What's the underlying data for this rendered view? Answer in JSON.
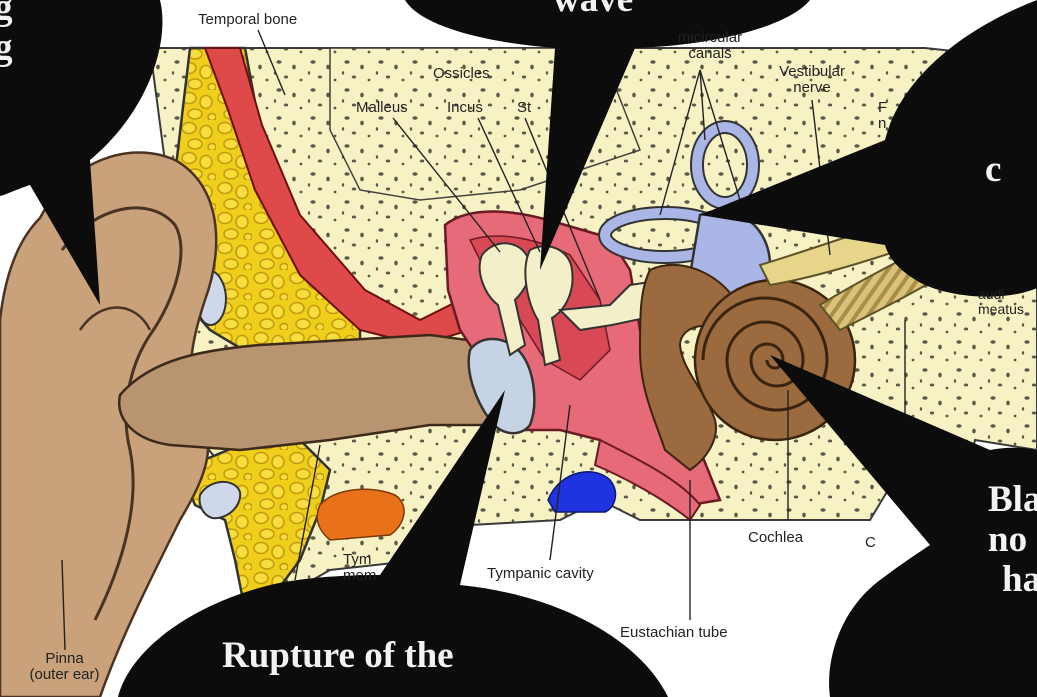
{
  "anatomy_labels": {
    "temporal_bone": "Temporal bone",
    "ossicles": "Ossicles",
    "malleus": "Malleus",
    "incus": "Incus",
    "stapes_partial": "St",
    "semicircular_canals_line1": "micircular",
    "semicircular_canals_line2": "canals",
    "vestibular_nerve_line1": "Vestibular",
    "vestibular_nerve_line2": "nerve",
    "facial_nerve_partial_1": "F",
    "facial_nerve_partial_2": "n",
    "auditory_meatus_line1": "audi",
    "auditory_meatus_line2": "meatus",
    "tympanic_membrane_line1": "Tym",
    "tympanic_membrane_line2": "mem",
    "tympanic_cavity": "Tympanic cavity",
    "cochlea": "Cochlea",
    "cochlear_nerve_partial": "C",
    "eustachian_tube": "Eustachian tube",
    "pinna_line1": "Pinna",
    "pinna_line2": "(outer ear)"
  },
  "callouts": {
    "top_left_line1": "g",
    "top_left_line2": "g",
    "top_center": "wave",
    "right_upper_line1": "c",
    "right_lower_line1": "Bla",
    "right_lower_line2": "no",
    "right_lower_line3": "ha",
    "bottom": "Rupture of the"
  },
  "colors": {
    "background": "#ffffff",
    "bone": "#f7f2c4",
    "skin": "#c9a27c",
    "canal": "#b89470",
    "cartilage_yellow": "#f2d21e",
    "muscle_red": "#de4a4a",
    "middle_ear_pink": "#e66a78",
    "inner_ear_blue": "#a9b6e6",
    "cochlea_brown": "#9b6a3f",
    "callout_black": "#0c0c0c",
    "callout_text": "#f3f3f3"
  }
}
